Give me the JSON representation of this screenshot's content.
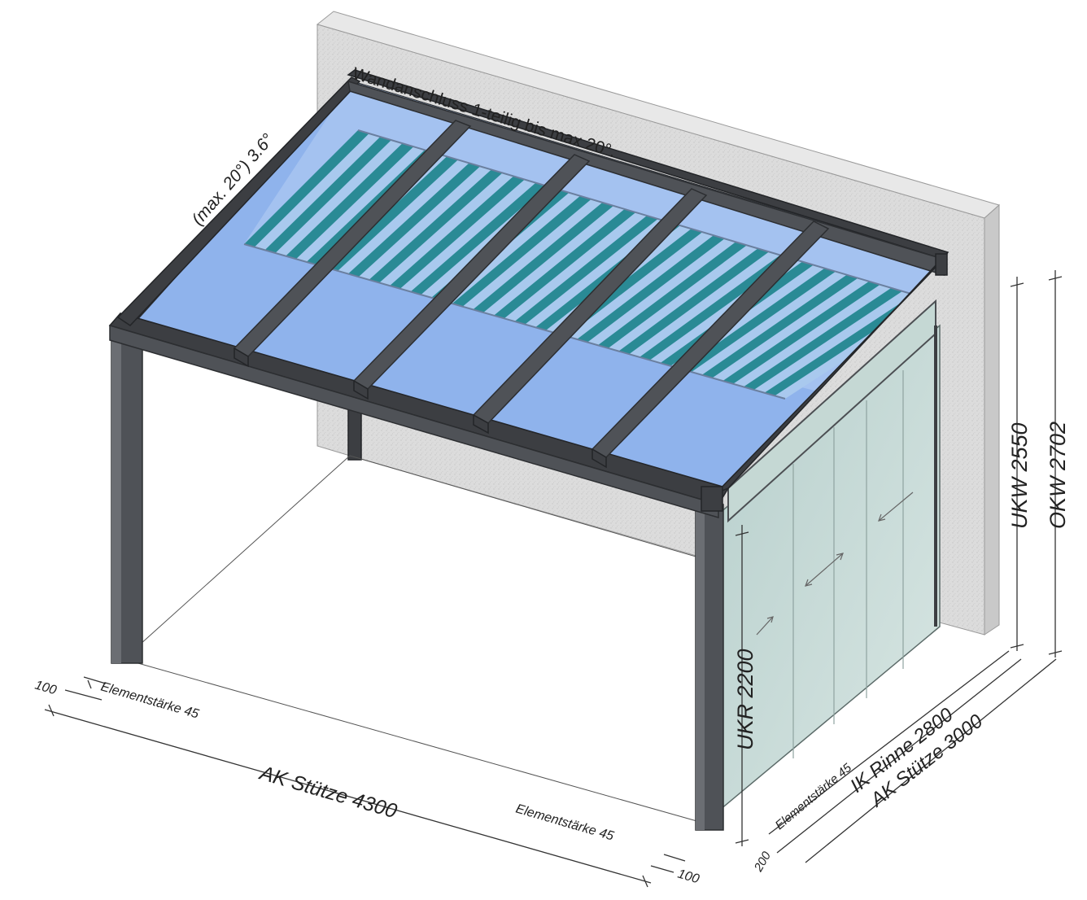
{
  "annotations": {
    "wall_connection": "Wandanschluss 1-teilig bis max 20°.",
    "roof_pitch": "(max. 20°) 3.6°",
    "ukw": "UKW 2550",
    "okw": "OKW 2702",
    "ukr": "UKR 2200",
    "ak_stuetze_width": "AK Stütze 4300",
    "ak_stuetze_depth": "AK Stütze 3000",
    "ik_rinne": "IK Rinne 2800",
    "element_left": "Elementstärke 45",
    "element_right": "Elementstärke 45",
    "element_side": "Elementstärke 45",
    "offset_left": "100",
    "offset_right": "100",
    "offset_side": "200"
  },
  "colors": {
    "glass": "#8fb3ec",
    "glass_light": "#b7cdf3",
    "awning_stripe": "#2a8a95",
    "awning_light": "#a9c9ee",
    "frame": "#4f5257",
    "wall": "#dadada",
    "side_glass": "#cfe0dc"
  }
}
